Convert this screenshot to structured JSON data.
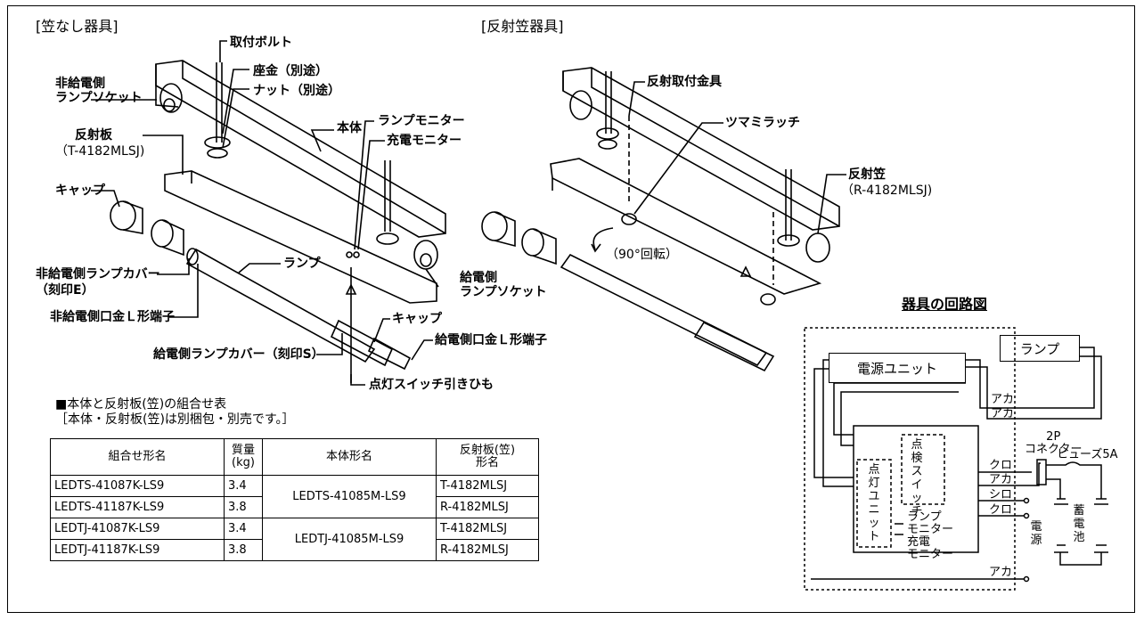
{
  "sections": {
    "no_shade": "[笠なし器具]",
    "reflector": "[反射笠器具]"
  },
  "labels_left": {
    "mount_bolt": "取付ボルト",
    "washer": "座金（別途）",
    "nut": "ナット（別途）",
    "non_feed_socket": "非給電側\nランプソケット",
    "body": "本体",
    "lamp_monitor": "ランプモニター",
    "charge_monitor": "充電モニター",
    "reflector_plate": "反射板",
    "reflector_plate_model": "（T-4182MLSJ)",
    "cap_left": "キャップ",
    "lamp": "ランプ",
    "non_feed_cover": "非給電側ランプカバー",
    "non_feed_cover_mark": "（刻印E）",
    "feed_socket": "給電側\nランプソケット",
    "non_feed_terminal": "非給電側口金Ｌ形端子",
    "cap_right": "キャップ",
    "feed_terminal": "給電側口金Ｌ形端子",
    "feed_cover": "給電側ランプカバー（刻印S）",
    "pull_switch": "点灯スイッチ引きひも"
  },
  "labels_right": {
    "reflector_bracket": "反射取付金具",
    "knob_latch": "ツマミラッチ",
    "reflector_shade": "反射笠",
    "reflector_shade_model": "（R-4182MLSJ)",
    "rotate": "（90°回転）"
  },
  "table": {
    "title_line1": "■本体と反射板(笠)の組合せ表",
    "title_line2": "［本体・反射板(笠)は別梱包・別売です。］",
    "headers": [
      "組合せ形名",
      "質量\n(kg)",
      "本体形名",
      "反射板(笠)\n形名"
    ],
    "rows": [
      {
        "combo": "LEDTS-41087K-LS9",
        "mass": "3.4",
        "body": "LEDTS-41085M-LS9",
        "reflector": "T-4182MLSJ"
      },
      {
        "combo": "LEDTS-41187K-LS9",
        "mass": "3.8",
        "body": "",
        "reflector": "R-4182MLSJ"
      },
      {
        "combo": "LEDTJ-41087K-LS9",
        "mass": "3.4",
        "body": "LEDTJ-41085M-LS9",
        "reflector": "T-4182MLSJ"
      },
      {
        "combo": "LEDTJ-41187K-LS9",
        "mass": "3.8",
        "body": "",
        "reflector": "R-4182MLSJ"
      }
    ]
  },
  "circuit": {
    "title": "器具の回路図",
    "lamp": "ランプ",
    "power_unit": "電源ユニット",
    "lighting_unit": "点灯ユニット",
    "check_switch": "点検スイッチ",
    "lamp_monitor": "ランプ\nモニター",
    "charge_monitor": "充電\nモニター",
    "connector": "2P\nコネクター",
    "fuse": "ヒューズ5A",
    "battery": "蓄電池",
    "power": "電源",
    "wire_aka1": "アカ",
    "wire_aka2": "アカ",
    "wire_kuro1": "クロ",
    "wire_aka3": "アカ",
    "wire_shiro": "シロ",
    "wire_kuro2": "クロ",
    "wire_aka4": "アカ"
  }
}
